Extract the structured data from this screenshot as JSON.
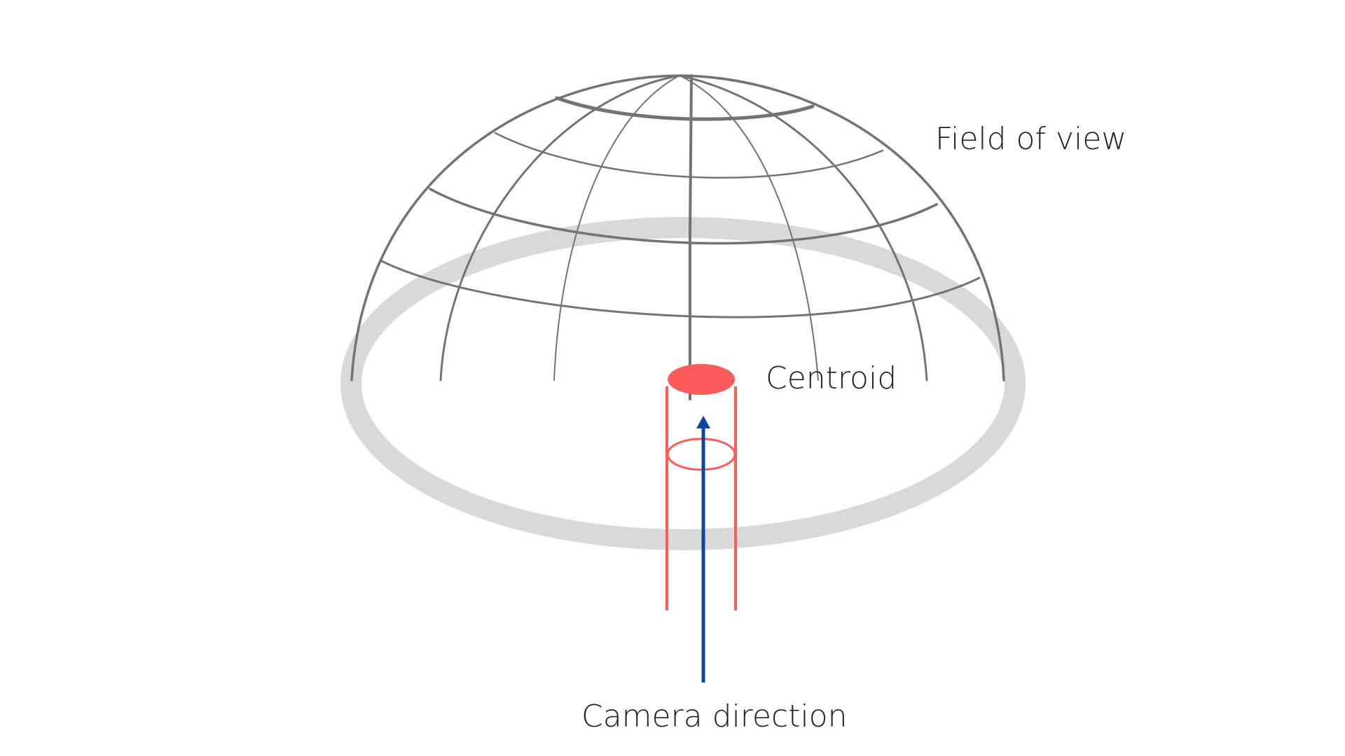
{
  "labels": {
    "field_of_view": "Field of view",
    "centroid": "Centroid",
    "camera_direction": "Camera direction"
  },
  "colors": {
    "dome_grid": "#737373",
    "base_ring": "#d9d9d9",
    "centroid": "#fe5b5b",
    "camera_arrow": "#0d47a1",
    "text": "#222222"
  }
}
